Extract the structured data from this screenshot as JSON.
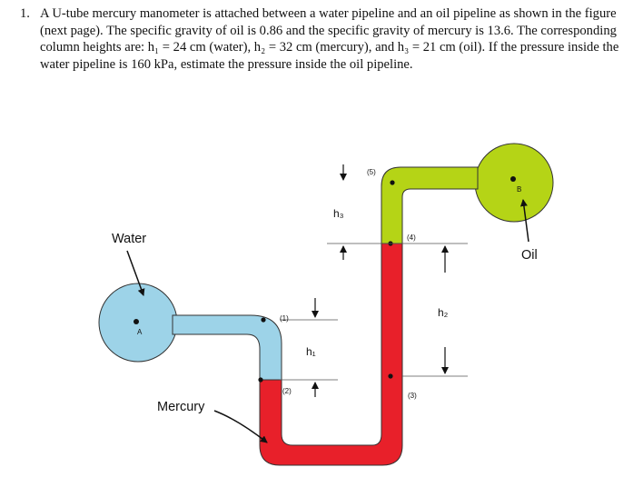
{
  "problem": {
    "number": "1.",
    "text": "A U-tube mercury manometer is attached between a water pipeline and an oil pipeline as shown in the figure (next page).  The specific gravity of oil is 0.86 and the specific gravity of mercury is 13.6.  The corresponding column heights are: h₁ = 24 cm (water), h₂ = 32 cm (mercury), and h₃ = 21 cm (oil).  If the pressure inside the water pipeline is 160 kPa, estimate the pressure inside the oil pipeline."
  },
  "diagram": {
    "labels": {
      "water": "Water",
      "oil": "Oil",
      "mercury": "Mercury",
      "point_a": "A",
      "point_b": "B",
      "h1": "h₁",
      "h2": "h₂",
      "h3": "h₃",
      "p1": "(1)",
      "p2": "(2)",
      "p3": "(3)",
      "p4": "(4)",
      "p5": "(5)"
    },
    "colors": {
      "water": "#9dd3e8",
      "oil": "#b5d416",
      "mercury": "#e8202a",
      "outline": "#333333"
    }
  }
}
